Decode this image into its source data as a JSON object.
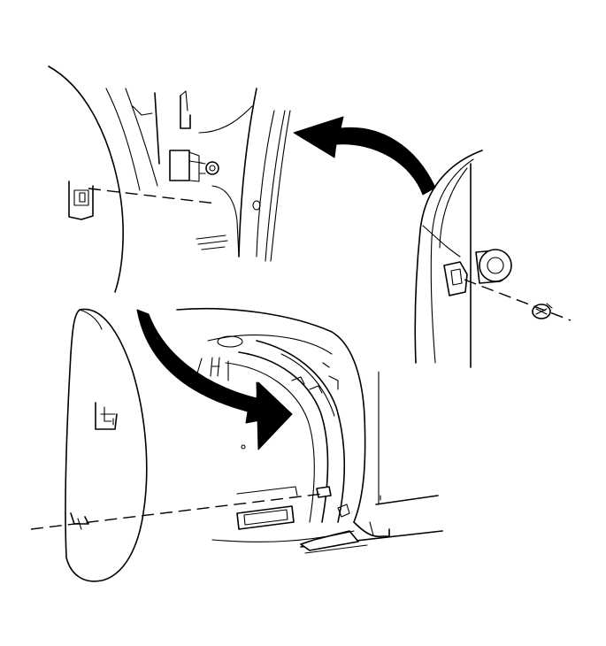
{
  "figure": {
    "kind": "line-art service illustration",
    "colors": {
      "ink": "#000000",
      "paper": "#ffffff"
    },
    "parts": [
      "upper-wheelhouse-detail",
      "pushpin-retainer-detail",
      "wheelhouse-liner",
      "splash-shield",
      "arrow-to-detail-top",
      "arrow-to-liner"
    ]
  }
}
